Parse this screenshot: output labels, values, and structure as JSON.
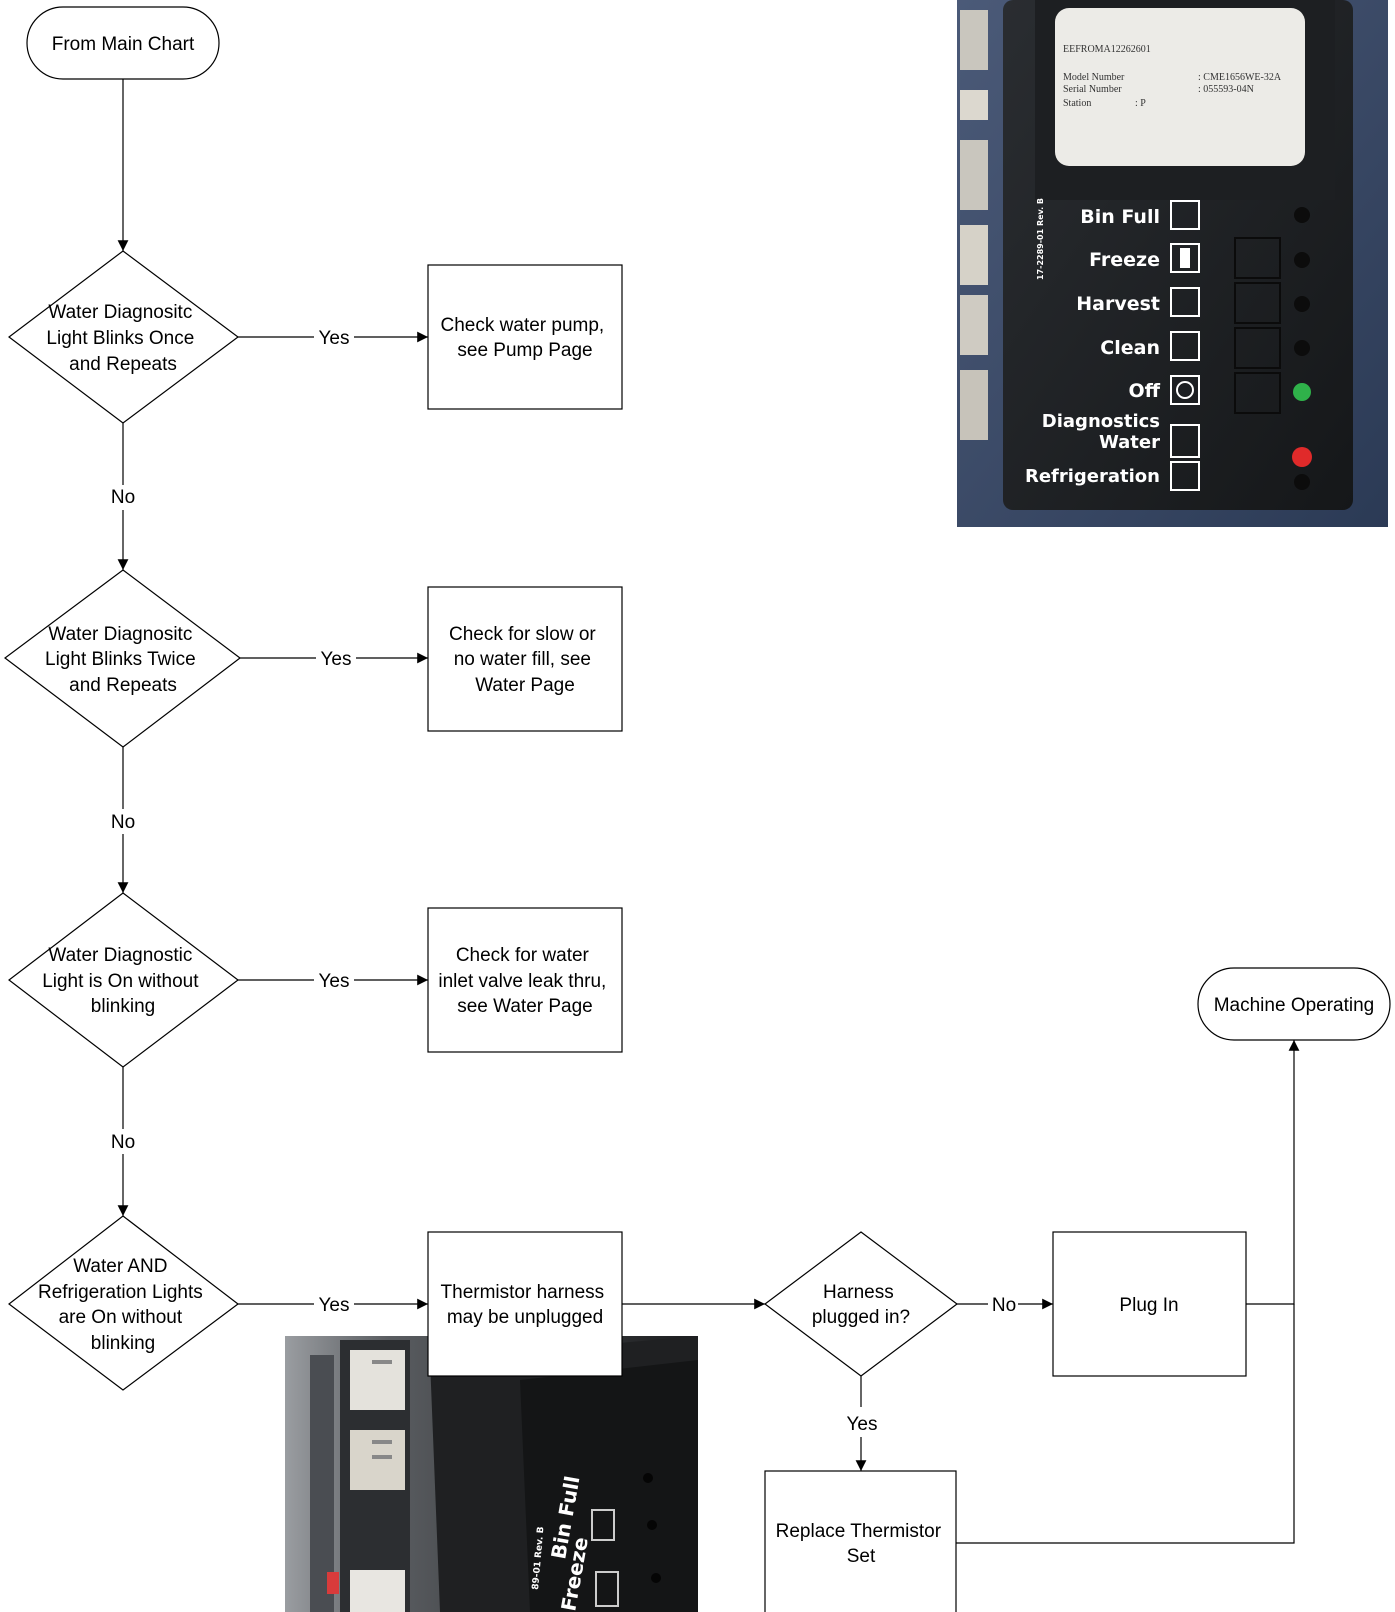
{
  "nodes": {
    "start": {
      "lines": [
        "From Main Chart"
      ]
    },
    "d1": {
      "lines": [
        "Water Diagnositc",
        "Light Blinks Once",
        "and Repeats"
      ]
    },
    "b1": {
      "lines": [
        "Check water pump,",
        "see Pump Page"
      ]
    },
    "d2": {
      "lines": [
        "Water Diagnositc",
        "Light Blinks Twice",
        "and Repeats"
      ]
    },
    "b2": {
      "lines": [
        "Check for slow or",
        "no water fill, see",
        "Water Page"
      ]
    },
    "d3": {
      "lines": [
        "Water Diagnostic",
        "Light is On without",
        "blinking"
      ]
    },
    "b3": {
      "lines": [
        "Check for water",
        "inlet valve leak thru,",
        "see Water Page"
      ]
    },
    "d4": {
      "lines": [
        "Water AND",
        "Refrigeration Lights",
        "are On without",
        "blinking"
      ]
    },
    "b4": {
      "lines": [
        "Thermistor harness",
        "may be unplugged"
      ]
    },
    "d5": {
      "lines": [
        "Harness",
        "plugged in?"
      ]
    },
    "b5": {
      "lines": [
        "Plug In"
      ]
    },
    "b6": {
      "lines": [
        "Replace Thermistor",
        "Set"
      ]
    },
    "end": {
      "lines": [
        "Machine Operating"
      ]
    }
  },
  "edge_labels": {
    "yes": "Yes",
    "no": "No"
  },
  "photo_top": {
    "label_lines": [
      "EEFROMA12262601",
      "Model Number",
      "Serial Number",
      "Station",
      ": CME1656WE-32A",
      ": 055593-04N",
      ": P"
    ],
    "part_number": "17-2289-01 Rev. B",
    "indicators": [
      "Bin Full",
      "Freeze",
      "Harvest",
      "Clean",
      "Off",
      "Diagnostics",
      "Water",
      "Refrigeration"
    ],
    "colors": {
      "led_green": "#2fb24a",
      "led_red": "#e02a2a",
      "panel": "#232629",
      "background": "#3b4a66"
    }
  },
  "photo_bottom": {
    "indicators": [
      "Bin Full",
      "Freeze"
    ],
    "part_number": "89-01 Rev. B"
  }
}
